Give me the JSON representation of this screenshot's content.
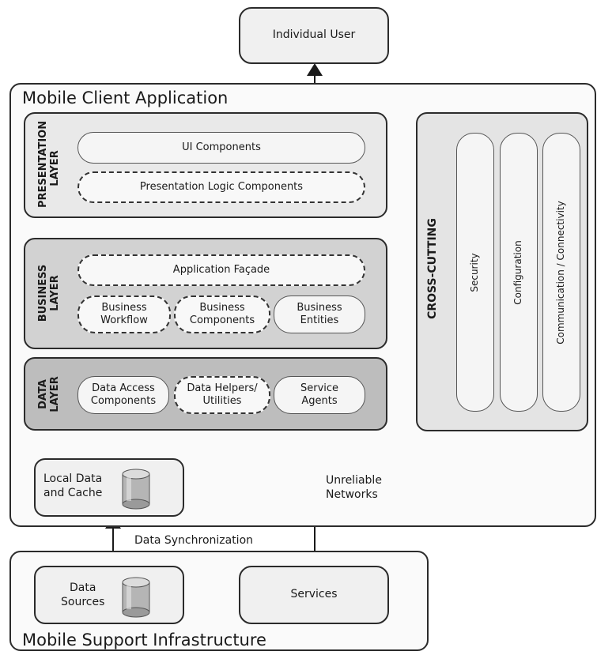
{
  "diagram": {
    "user": "Individual User",
    "app_title": "Mobile Client Application",
    "presentation": {
      "label_line1": "PRESENTATION",
      "label_line2": "LAYER",
      "ui_components": "UI Components",
      "logic_components": "Presentation Logic Components"
    },
    "business": {
      "label_line1": "BUSINESS",
      "label_line2": "LAYER",
      "facade": "Application Façade",
      "workflow_line1": "Business",
      "workflow_line2": "Workflow",
      "components_line1": "Business",
      "components_line2": "Components",
      "entities_line1": "Business",
      "entities_line2": "Entities"
    },
    "data_layer": {
      "label_line1": "DATA",
      "label_line2": "LAYER",
      "access_line1": "Data Access",
      "access_line2": "Components",
      "helpers_line1": "Data Helpers/",
      "helpers_line2": "Utilities",
      "agents_line1": "Service",
      "agents_line2": "Agents"
    },
    "cross_cutting": {
      "label": "CROSS-CUTTING",
      "security": "Security",
      "configuration": "Configuration",
      "communication": "Communication / Connectivity"
    },
    "local_cache_line1": "Local Data",
    "local_cache_line2": "and Cache",
    "unreliable_line1": "Unreliable",
    "unreliable_line2": "Networks",
    "sync": "Data Synchronization",
    "data_sources_line1": "Data",
    "data_sources_line2": "Sources",
    "services": "Services",
    "infra_title": "Mobile Support Infrastructure",
    "colors": {
      "presentation_bg": "#e9e9e9",
      "business_bg": "#d2d2d2",
      "data_bg": "#bdbdbd",
      "cross_bg": "#e4e4e4"
    }
  }
}
